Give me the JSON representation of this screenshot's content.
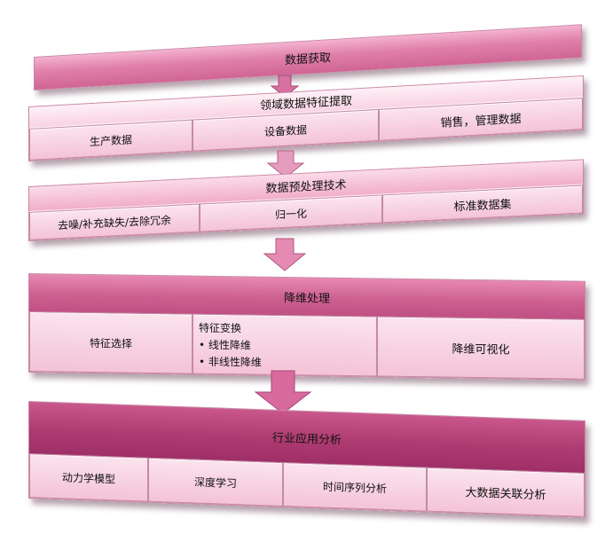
{
  "stages": [
    {
      "title": "数据获取",
      "cells": []
    },
    {
      "title": "领域数据特征提取",
      "cells": [
        {
          "label": "生产数据"
        },
        {
          "label": "设备数据"
        },
        {
          "label": "销售，管理数据"
        }
      ]
    },
    {
      "title": "数据预处理技术",
      "cells": [
        {
          "label": "去噪/补充缺失/去除冗余"
        },
        {
          "label": "归一化"
        },
        {
          "label": "标准数据集"
        }
      ]
    },
    {
      "title": "降维处理",
      "cells": [
        {
          "label": "特征选择"
        },
        {
          "label": "特征变换",
          "items": [
            "线性降维",
            "非线性降维"
          ]
        },
        {
          "label": "降维可视化"
        }
      ]
    },
    {
      "title": "行业应用分析",
      "cells": [
        {
          "label": "动力学模型"
        },
        {
          "label": "深度学习"
        },
        {
          "label": "时间序列分析"
        },
        {
          "label": "大数据关联分析"
        }
      ]
    }
  ],
  "colors": {
    "accent_light": "#f6c7db",
    "accent_mid": "#d06594",
    "accent_dark": "#9e2f66",
    "arrow": "#d870a0"
  }
}
